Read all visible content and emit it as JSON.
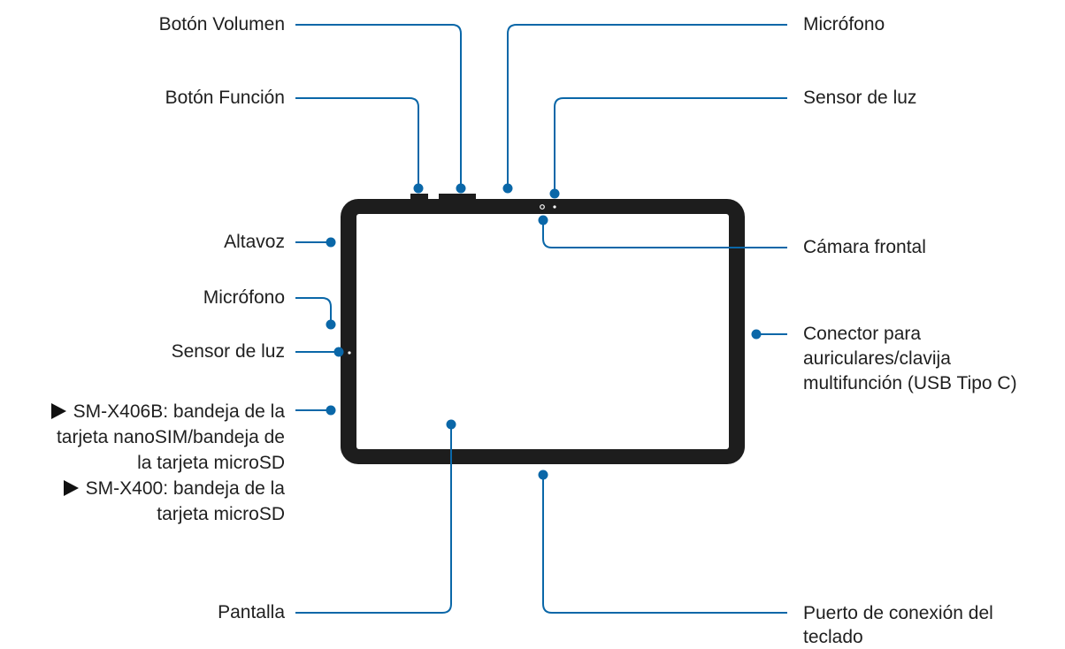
{
  "colors": {
    "leader": "#0a67a8",
    "device_frame": "#1d1d1d",
    "screen": "#ffffff"
  },
  "labels": {
    "volume_button": "Botón Volumen",
    "function_button": "Botón Función",
    "speaker": "Altavoz",
    "mic_left": "Micrófono",
    "light_sensor_left": "Sensor de luz",
    "tray_models": {
      "sm_x406b_line1": "SM-X406B: bandeja de la",
      "sm_x406b_line2": "tarjeta nanoSIM/bandeja de",
      "sm_x406b_line3": "la tarjeta microSD",
      "sm_x400_line1": "SM-X400: bandeja de la",
      "sm_x400_line2": "tarjeta microSD"
    },
    "screen": "Pantalla",
    "mic_top": "Micrófono",
    "light_sensor_top": "Sensor de luz",
    "front_camera": "Cámara frontal",
    "connector": "Conector para\nauriculares/clavija\nmultifunción (USB Tipo C)",
    "keyboard_port": "Puerto de conexión del\nteclado"
  }
}
